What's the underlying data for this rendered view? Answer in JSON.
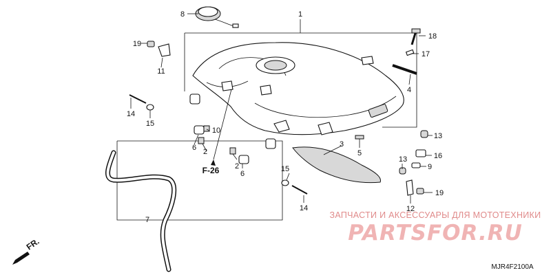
{
  "diagram": {
    "callouts": {
      "c1": "1",
      "c2a": "2",
      "c2b": "2",
      "c3": "3",
      "c4": "4",
      "c5": "5",
      "c6a": "6",
      "c6b": "6",
      "c7": "7",
      "c8": "8",
      "c9": "9",
      "c10": "10",
      "c11": "11",
      "c12": "12",
      "c13a": "13",
      "c13b": "13",
      "c14a": "14",
      "c14b": "14",
      "c15a": "15",
      "c15b": "15",
      "c16": "16",
      "c17": "17",
      "c18": "18",
      "c19a": "19",
      "c19b": "19"
    },
    "ref_label": "F-26",
    "direction_label": "FR.",
    "diagram_code": "MJR4F2100A"
  },
  "watermark": {
    "tagline": "ЗАПЧАСТИ И АКСЕССУАРЫ ДЛЯ МОТОТЕХНИКИ",
    "logo": "PARTSFOR.RU",
    "color": "#e08a8a"
  }
}
